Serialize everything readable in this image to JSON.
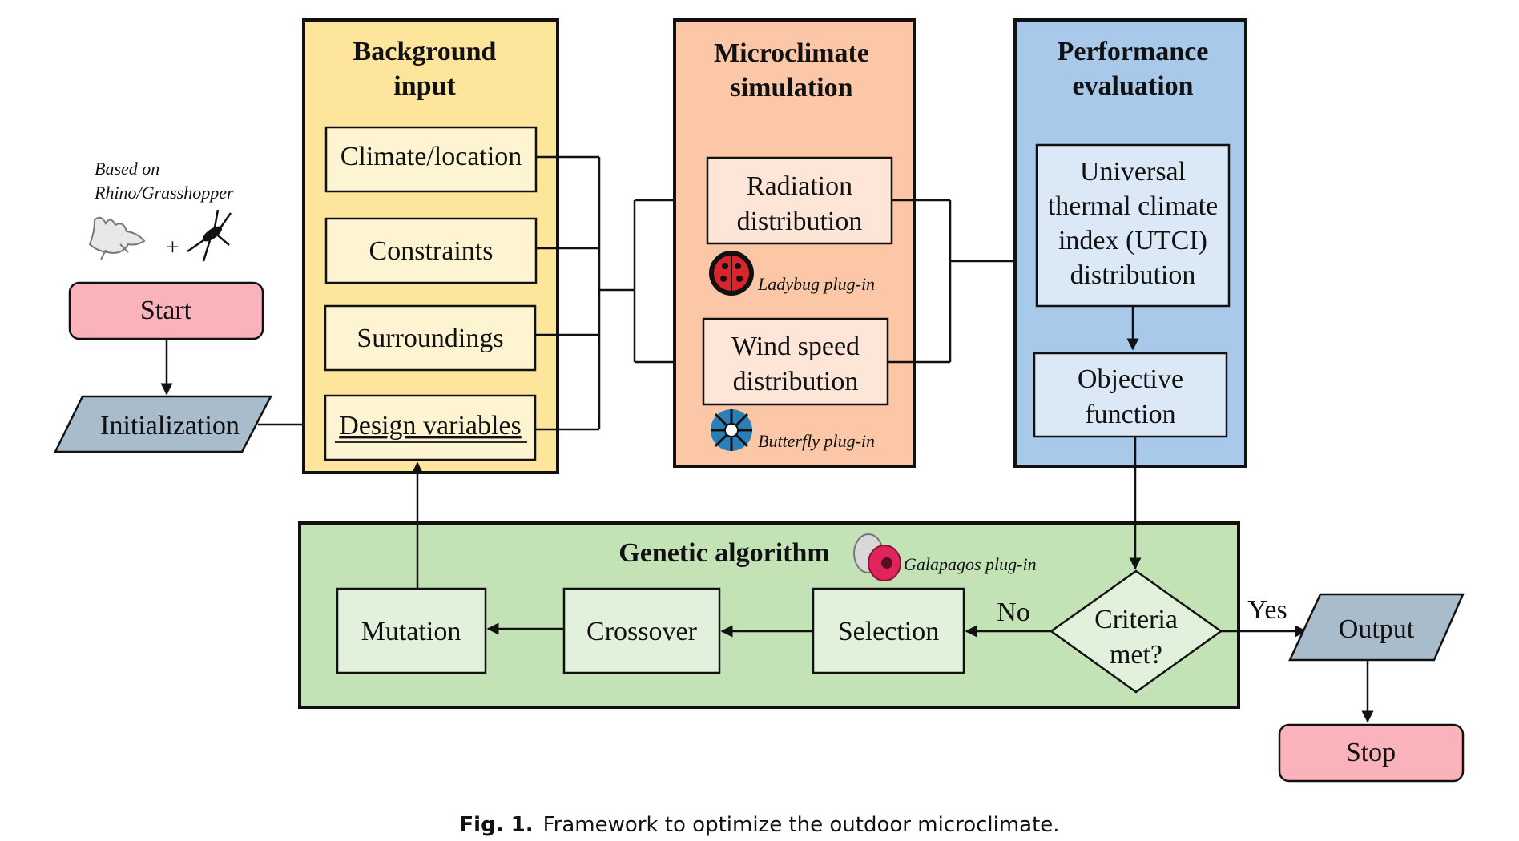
{
  "note": {
    "line1": "Based on",
    "line2": "Rhino/Grasshopper",
    "plus": "+"
  },
  "flow": {
    "start": "Start",
    "initialization": "Initialization",
    "output": "Output",
    "stop": "Stop",
    "yes": "Yes",
    "no": "No",
    "criteria_line1": "Criteria",
    "criteria_line2": "met?"
  },
  "background": {
    "title_line1": "Background",
    "title_line2": "input",
    "items": [
      "Climate/location",
      "Constraints",
      "Surroundings",
      "Design variables"
    ]
  },
  "microclimate": {
    "title_line1": "Microclimate",
    "title_line2": "simulation",
    "radiation_line1": "Radiation",
    "radiation_line2": "distribution",
    "wind_line1": "Wind speed",
    "wind_line2": "distribution",
    "ladybug": "Ladybug plug-in",
    "butterfly": "Butterfly plug-in"
  },
  "performance": {
    "title_line1": "Performance",
    "title_line2": "evaluation",
    "utci_lines": [
      "Universal",
      "thermal climate",
      "index (UTCI)",
      "distribution"
    ],
    "objective_line1": "Objective",
    "objective_line2": "function"
  },
  "genetic": {
    "title": "Genetic algorithm",
    "galapagos": "Galapagos plug-in",
    "mutation": "Mutation",
    "crossover": "Crossover",
    "selection": "Selection"
  },
  "caption": {
    "label": "Fig. 1.",
    "text": "Framework to optimize the outdoor microclimate."
  },
  "colors": {
    "terminal_fill": "#fbb3bb",
    "io_fill": "#a8bccb",
    "background_panel": "#fde59c",
    "background_item": "#fef4d2",
    "micro_panel": "#fbc7a6",
    "micro_item": "#fde5d7",
    "perf_panel": "#a8c9ea",
    "perf_item": "#dbe9f7",
    "genetic_panel": "#c3e3b6",
    "genetic_item": "#e2f1dc"
  }
}
